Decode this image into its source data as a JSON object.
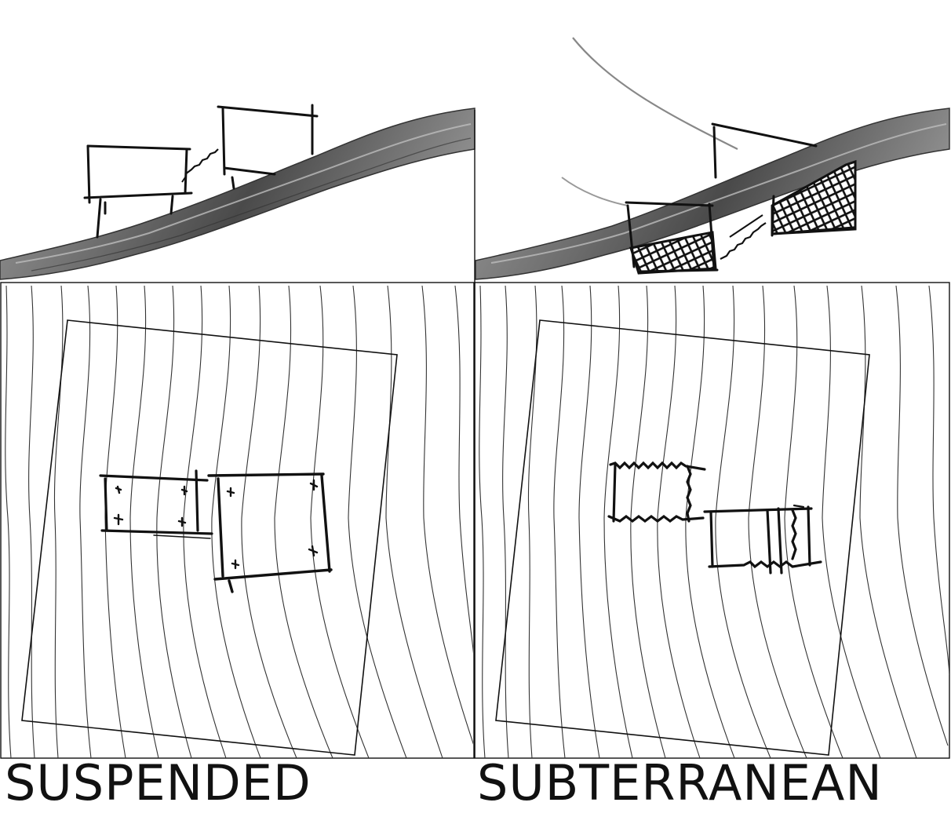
{
  "panels": [
    {
      "id": "suspended",
      "caption": "SUSPENDED"
    },
    {
      "id": "subterranean",
      "caption": "SUBTERRANEAN"
    }
  ],
  "colors": {
    "ink": "#111111",
    "terrain_dark": "#4a4a4a",
    "terrain_mid": "#8a8a8a",
    "terrain_light": "#c4c4c4",
    "contour": "#333333",
    "paper": "#ffffff"
  }
}
